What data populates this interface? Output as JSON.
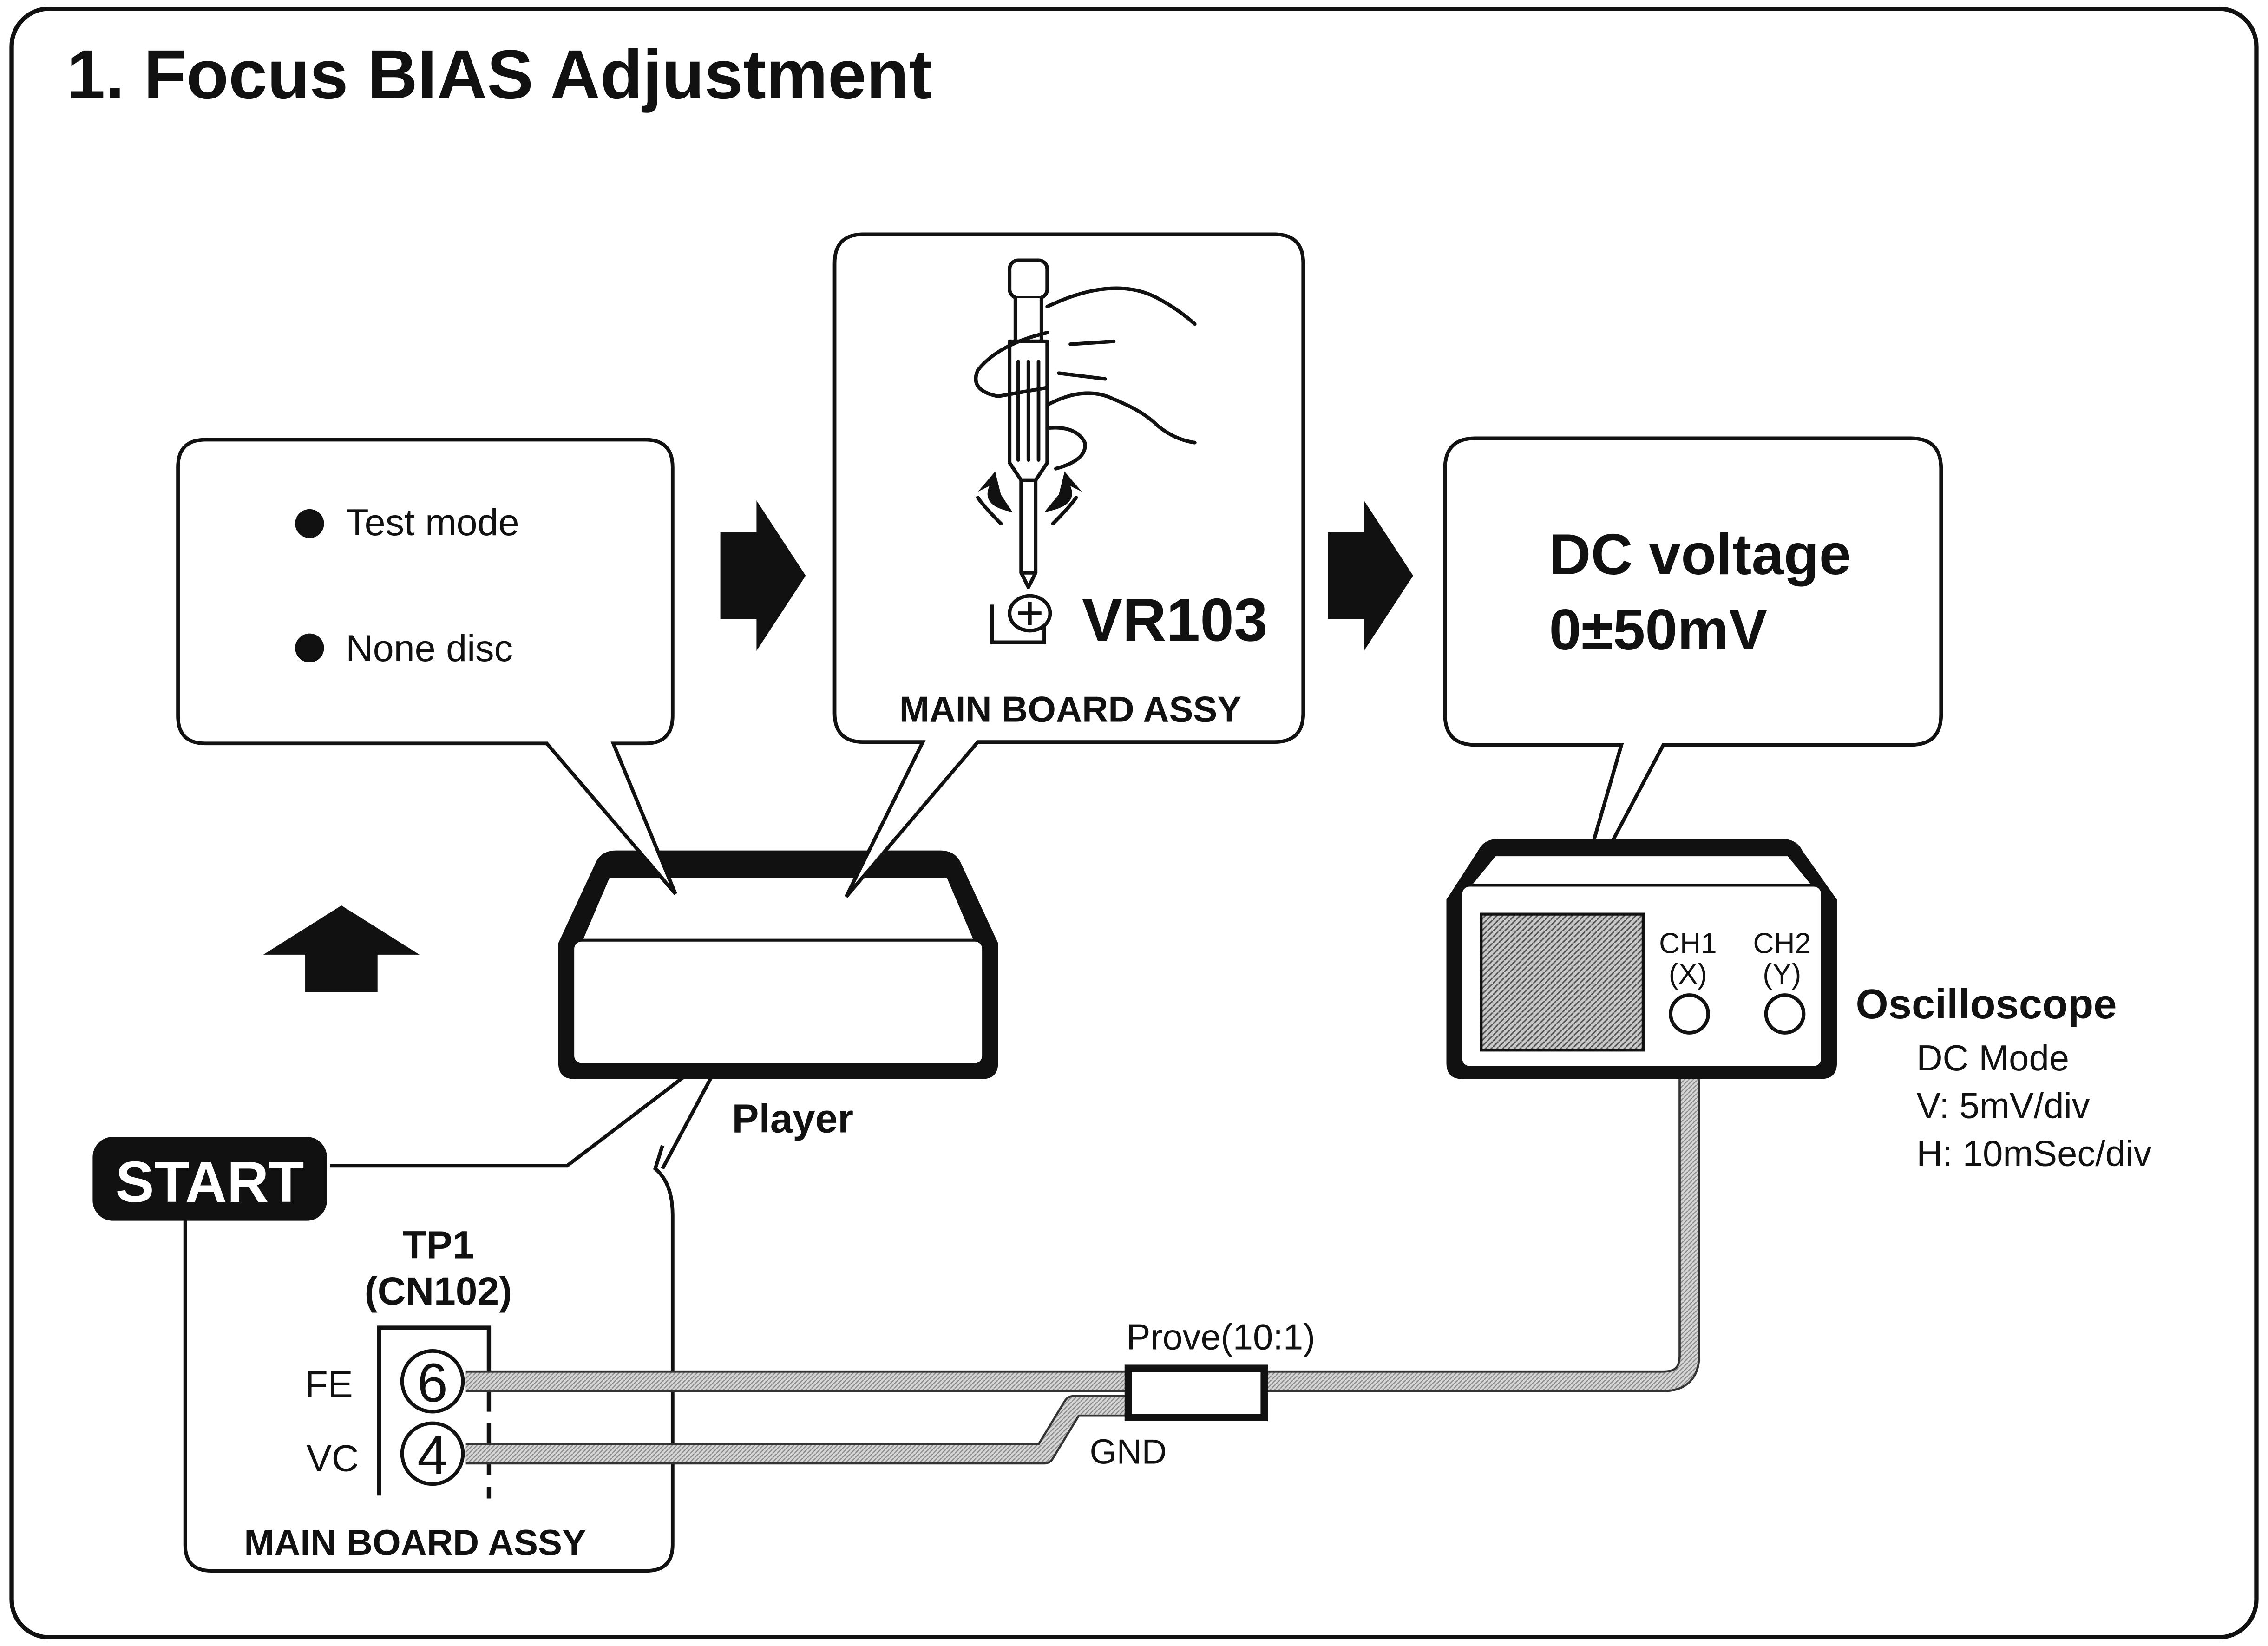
{
  "title": "1. Focus BIAS Adjustment",
  "conditions": {
    "items": [
      "Test mode",
      "None disc"
    ]
  },
  "adjustment": {
    "control": "VR103",
    "board": "MAIN BOARD ASSY"
  },
  "target": {
    "line1": "DC voltage",
    "line2": "0±50mV"
  },
  "player": {
    "label": "Player"
  },
  "start_badge": "START",
  "test_point": {
    "name": "TP1",
    "connector": "(CN102)",
    "pins": [
      {
        "label": "FE",
        "number": "6"
      },
      {
        "label": "VC",
        "number": "4"
      }
    ],
    "board": "MAIN BOARD ASSY"
  },
  "probe": {
    "label": "Prove(10:1)",
    "ground": "GND"
  },
  "oscilloscope": {
    "name": "Oscilloscope",
    "ch1": {
      "line1": "CH1",
      "line2": "(X)"
    },
    "ch2": {
      "line1": "CH2",
      "line2": "(Y)"
    },
    "settings": [
      "DC Mode",
      "V: 5mV/div",
      "H: 10mSec/div"
    ]
  }
}
